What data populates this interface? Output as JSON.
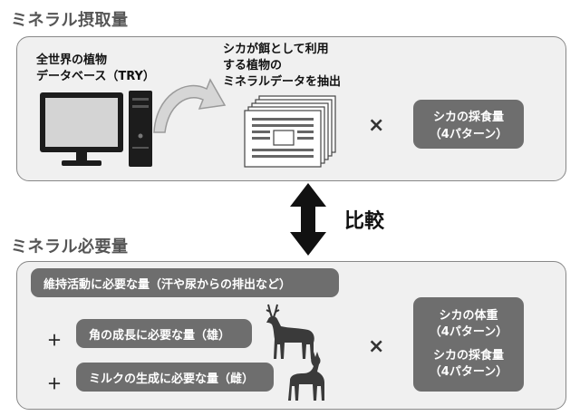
{
  "intake": {
    "title": "ミネラル摂取量",
    "db_label_line1": "全世界の植物",
    "db_label_line2": "データベース（TRY）",
    "extract_line1": "シカが餌として利用",
    "extract_line2": "する植物の",
    "extract_line3": "ミネラルデータを抽出",
    "times": "×",
    "feed_box_line1": "シカの採食量",
    "feed_box_line2": "（4パターン）"
  },
  "compare": {
    "label": "比較"
  },
  "requirement": {
    "title": "ミネラル必要量",
    "maintenance": "維持活動に必要な量（汗や尿からの排出など）",
    "plus1": "＋",
    "antler": "角の成長に必要な量（雄）",
    "plus2": "＋",
    "milk": "ミルクの生成に必要な量（雌）",
    "times": "×",
    "weight_line1": "シカの体重",
    "weight_line2": "（4パターン）",
    "feed_line1": "シカの採食量",
    "feed_line2": "（4パターン）"
  }
}
